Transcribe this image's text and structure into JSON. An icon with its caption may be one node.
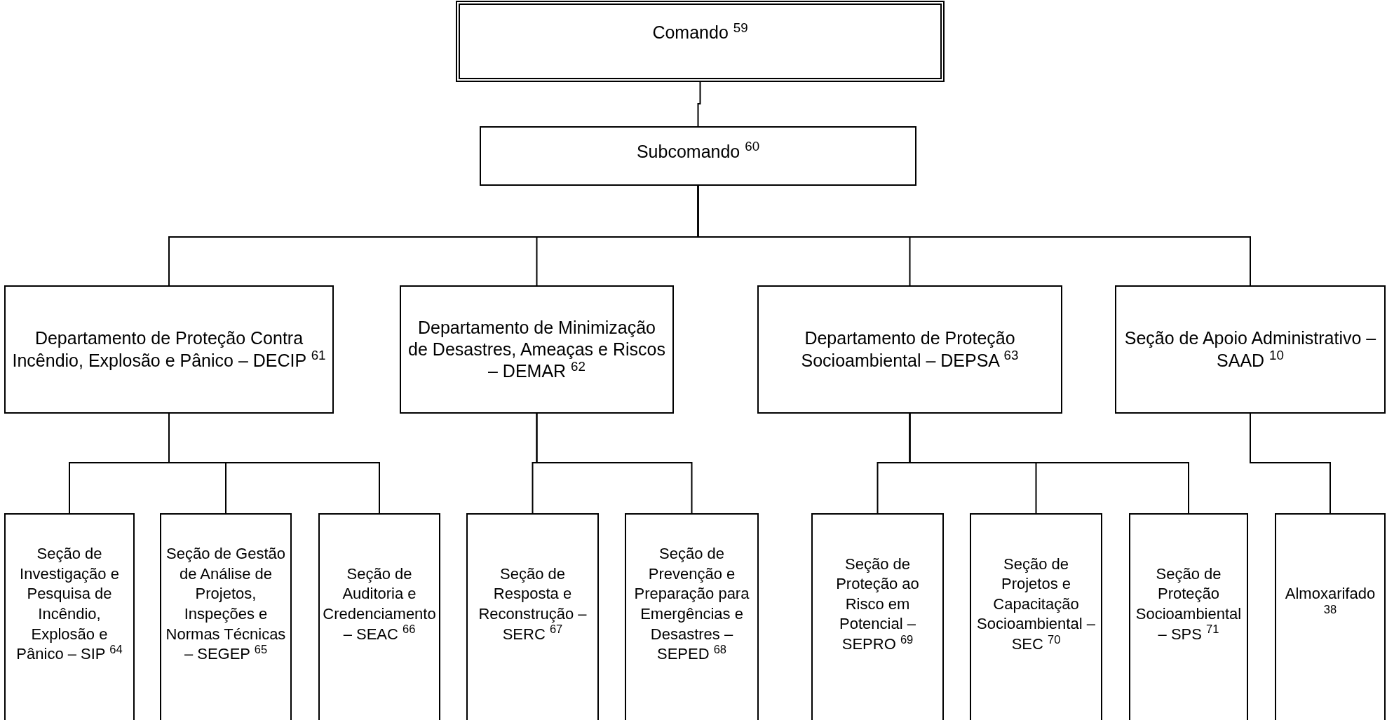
{
  "diagram": {
    "nodes": [
      {
        "text": [
          "Comando $^{59}$"
        ]
      },
      {
        "text": [
          "Subcomando $^{60}$"
        ]
      },
      {
        "text": [
          "Departamento de Proteção Contra Incêndio, Explosão e Pânico – DECIP $^{61}$"
        ]
      },
      {
        "text": [
          "Departamento de Minimização de Desastres, Ameaças e Riscos – DEMAR $^{62}$"
        ]
      },
      {
        "text": [
          "Departamento de Proteção Socioambiental – DEPSA $^{63}$"
        ]
      },
      {
        "text": [
          "Seção de Apoio Administrativo – SAAD $^{10}$"
        ]
      },
      {
        "text": [
          "Seção de Investigação e Pesquisa de Incêndio, Explosão e Pânico – SIP $^{64}$"
        ]
      },
      {
        "text": [
          "Seção de Gestão de Análise de Projetos, Inspeções e Normas Técnicas – SEGEP $^{65}$"
        ]
      },
      {
        "text": [
          "Seção de Auditoria e Credenciamento – SEAC $^{66}$"
        ]
      },
      {
        "text": [
          "Seção de Resposta e Reconstrução – SERC $^{67}$"
        ]
      },
      {
        "text": [
          "Seção de Prevenção e Preparação para Emergências e Desastres – SEPED $^{68}$"
        ]
      },
      {
        "text": [
          "Seção de Proteção ao Risco em Potencial – SEPRO $^{69}$"
        ]
      },
      {
        "text": [
          "Seção de Projetos e Capacitação Socioambiental – SEC $^{70}$"
        ]
      },
      {
        "text": [
          "Seção de Proteção Socioambiental – SPS $^{71}$"
        ]
      },
      {
        "text": [
          "Almoxarifado $^{38}$"
        ]
      }
    ],
    "edges": [
      {
        "from": 0,
        "to": 1,
        "arrow": "none"
      },
      {
        "from": 1,
        "to": 2,
        "arrow": "none"
      },
      {
        "from": 1,
        "to": 3,
        "arrow": "none"
      },
      {
        "from": 1,
        "to": 4,
        "arrow": "none"
      },
      {
        "from": 1,
        "to": 5,
        "arrow": "none"
      },
      {
        "from": 2,
        "to": 6,
        "arrow": "none"
      },
      {
        "from": 2,
        "to": 7,
        "arrow": "none"
      },
      {
        "from": 2,
        "to": 8,
        "arrow": "none"
      },
      {
        "from": 3,
        "to": 9,
        "arrow": "none"
      },
      {
        "from": 3,
        "to": 10,
        "arrow": "none"
      },
      {
        "from": 4,
        "to": 11,
        "arrow": "none"
      },
      {
        "from": 4,
        "to": 12,
        "arrow": "none"
      },
      {
        "from": 4,
        "to": 13,
        "arrow": "none"
      },
      {
        "from": 5,
        "to": 14,
        "arrow": "none"
      }
    ]
  }
}
